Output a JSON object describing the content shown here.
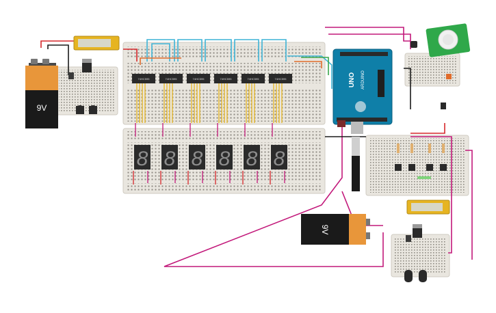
{
  "circuit": {
    "batteries": [
      {
        "label": "9V",
        "orientation": "upright"
      },
      {
        "label": "9V",
        "orientation": "rotated"
      }
    ],
    "arduino": {
      "brand": "UNO",
      "logo": "ARDUINO"
    },
    "driver_chips": [
      "74HC595",
      "74HC595",
      "74HC595",
      "74HC595",
      "74HC595",
      "74HC595"
    ],
    "display_digit": "8",
    "display_count": 6,
    "button_count": 4,
    "regulator_count": 2,
    "colors": {
      "battery_orange": "#e8963a",
      "battery_black": "#1a1a1a",
      "breadboard": "#e9e6df",
      "arduino_blue": "#0f7fa8",
      "wire_magenta": "#c2187a",
      "wire_cyan": "#3db3d6",
      "wire_yellow": "#e6b421",
      "wire_red": "#d6262a",
      "wire_green": "#3aa64a",
      "lcd_green": "#d7e6a1",
      "pir_green": "#2fa84a"
    }
  }
}
